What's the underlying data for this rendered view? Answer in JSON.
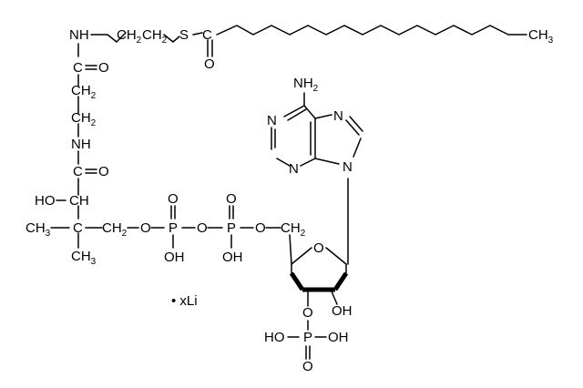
{
  "molecule": {
    "atoms": {
      "nh_top": "NH",
      "ch2_a": "CH",
      "ch2_a_sub": "2",
      "ch2_b": "CH",
      "ch2_b_sub": "2",
      "s": "S",
      "c_thio": "C",
      "o_thio": "O",
      "ch3_end": "CH",
      "ch3_end_sub": "3",
      "c_amide1": "C",
      "o_amide1": "O",
      "ch2_c": "CH",
      "ch2_c_sub": "2",
      "ch2_d": "CH",
      "ch2_d_sub": "2",
      "nh_mid": "NH",
      "c_amide2": "C",
      "o_amide2": "O",
      "ho_ch": "HO",
      "ch_ho": "CH",
      "ch3_left": "CH",
      "ch3_left_sub": "3",
      "c_quat": "C",
      "ch2_e": "CH",
      "ch2_e_sub": "2",
      "o_1": "O",
      "ch3_down": "CH",
      "ch3_down_sub": "3",
      "p_1": "P",
      "o_p1_top": "O",
      "oh_p1": "OH",
      "o_bridge": "O",
      "p_2": "P",
      "o_p2_top": "O",
      "oh_p2": "OH",
      "o_2": "O",
      "ch2_ribose": "CH",
      "ch2_ribose_sub": "2",
      "o_ring": "O",
      "oh_ribose": "OH",
      "o_3p": "O",
      "ho_p3": "HO",
      "p_3": "P",
      "oh_p3": "OH",
      "o_p3_bottom": "O",
      "nh2": "NH",
      "nh2_sub": "2",
      "n_1": "N",
      "n_3": "N",
      "n_7": "N",
      "n_9": "N",
      "counterion": "• xLi"
    }
  }
}
